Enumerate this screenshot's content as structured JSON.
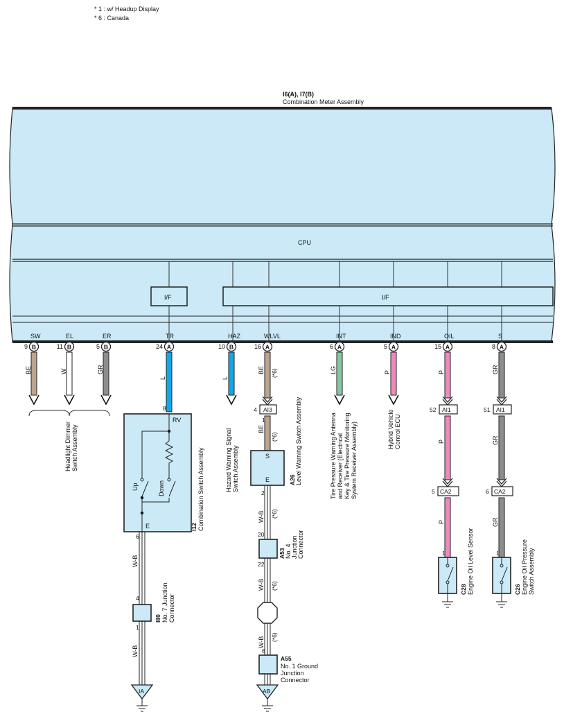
{
  "notes": [
    "* 1 : w/ Headup Display",
    "* 6 : Canada"
  ],
  "meter": {
    "code": "I6(A), I7(B)",
    "name": "Combination Meter Assembly",
    "cpu_label": "CPU",
    "if_label_left": "I/F",
    "if_label_right": "I/F"
  },
  "terminals": [
    {
      "id": "sw",
      "name": "SW",
      "pin": "9",
      "conn": "B",
      "wire": "BE",
      "note": ""
    },
    {
      "id": "el",
      "name": "EL",
      "pin": "11",
      "conn": "B",
      "wire": "W",
      "note": ""
    },
    {
      "id": "er",
      "name": "ER",
      "pin": "5",
      "conn": "B",
      "wire": "GR",
      "note": ""
    },
    {
      "id": "tr",
      "name": "TR",
      "pin": "24",
      "conn": "A",
      "wire": "L",
      "note": ""
    },
    {
      "id": "haz",
      "name": "HAZ",
      "pin": "10",
      "conn": "B",
      "wire": "L",
      "note": ""
    },
    {
      "id": "wlvl",
      "name": "WLVL",
      "pin": "16",
      "conn": "A",
      "wire": "BE",
      "note": "(*6)"
    },
    {
      "id": "int",
      "name": "INT",
      "pin": "6",
      "conn": "A",
      "wire": "LG",
      "note": ""
    },
    {
      "id": "ind",
      "name": "IND",
      "pin": "5",
      "conn": "A",
      "wire": "P",
      "note": ""
    },
    {
      "id": "oil",
      "name": "OIL",
      "pin": "15",
      "conn": "A",
      "wire": "P",
      "note": ""
    },
    {
      "id": "s",
      "name": "S",
      "pin": "8",
      "conn": "A",
      "wire": "GR",
      "note": ""
    }
  ],
  "colors": {
    "meter_fill": "#cbe9f7",
    "BE": "#bba58f",
    "W": "#ffffff",
    "GR": "#8d8d8d",
    "L": "#13a7e8",
    "LG": "#86c9a1",
    "P": "#ef8bbb"
  },
  "headlight": {
    "line1": "Headlight Dimmer",
    "line2": "Switch Assembly"
  },
  "combo_switch": {
    "code": "I12",
    "name": "Combination Switch Assembly",
    "pin_top": "8",
    "term_rv": "RV",
    "up": "Up",
    "down": "Down",
    "term_e": "E",
    "pin_bottom": "6",
    "wire": "W-B"
  },
  "hazard": {
    "line1": "Hazard Warning Signal",
    "line2": "Switch Assembly"
  },
  "wlvl_branch": {
    "ai3_pin": "4",
    "ai3": "AI3",
    "ai3_pin_out": "1",
    "wire_be": "BE",
    "note_be": "(*6)",
    "switch_code": "A26",
    "switch_name": "Level Warning Switch Assembly",
    "term_s": "S",
    "term_e": "E",
    "pin_out": "2",
    "wire_wb": "W-B",
    "note1": "(*6)",
    "j_pin_in": "20",
    "j_code": "A53",
    "j_line1": "No. 4",
    "j_line2": "Junction",
    "j_line3": "Connector",
    "j_pin_out": "22",
    "note2": "(*6)",
    "note3": "(*6)",
    "a55_pin": "6",
    "a55_code": "A55",
    "a55_line1": "No. 1 Ground",
    "a55_line2": "Junction",
    "a55_line3": "Connector",
    "ground": "AB"
  },
  "tire": {
    "line1": "Tire Pressure Warning Antenna",
    "line2": "and Receiver (Electrical",
    "line3": "Key & Tire Pressure Monitoring",
    "line4": "System Receiver Assembly)"
  },
  "hybrid": {
    "line1": "Hybrid Vehicle",
    "line2": "Control ECU"
  },
  "oil_branch": {
    "ai1_pin": "52",
    "ai1": "AI1",
    "wire1": "P",
    "ca2_pin": "5",
    "ca2": "CA2",
    "wire2": "P",
    "sensor_pin": "1",
    "sensor_code": "C28",
    "sensor_name": "Engine Oil Level Sensor"
  },
  "s_branch": {
    "ai1_pin": "51",
    "ai1": "AI1",
    "wire1": "GR",
    "ca2_pin": "6",
    "ca2": "CA2",
    "wire2": "GR",
    "sensor_pin": "1",
    "sensor_code": "C26",
    "sensor_line1": "Engine Oil Pressure",
    "sensor_line2": "Switch Assembly"
  },
  "i80": {
    "pin_in": "4",
    "pin_out": "1",
    "code": "I80",
    "line1": "No. 7 Junction",
    "line2": "Connector",
    "wire": "W-B",
    "ground": "IA"
  }
}
